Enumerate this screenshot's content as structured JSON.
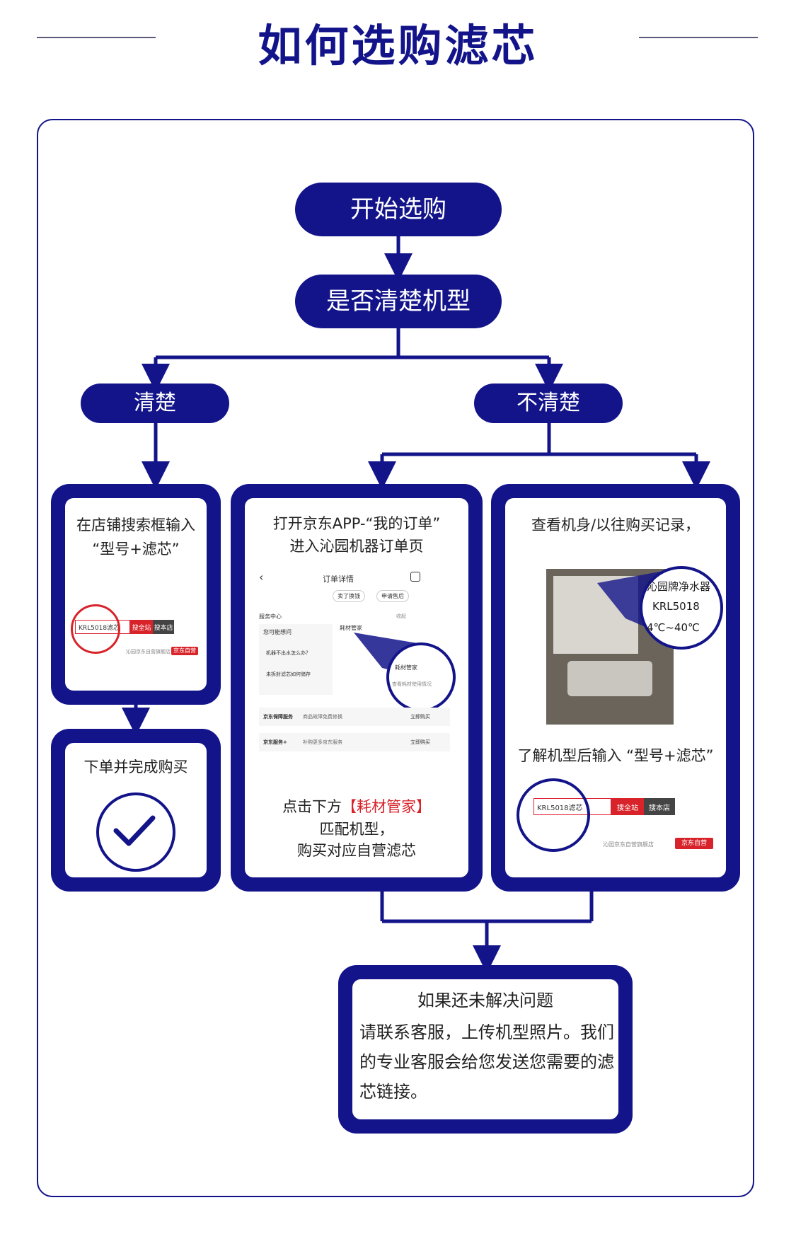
{
  "title": "如何选购滤芯",
  "nodes": {
    "start": "开始选购",
    "question": "是否清楚机型",
    "yes": "清楚",
    "no": "不清楚"
  },
  "card_search": {
    "line1": "在店铺搜索框输入",
    "line2": "“型号+滤芯”",
    "search_value": "KRL5018滤芯",
    "btn_all": "搜全站",
    "btn_store": "搜本店",
    "store_name": "沁园京东自营旗舰店",
    "store_tag": "京东自营"
  },
  "card_buy": {
    "text": "下单并完成购买"
  },
  "card_app": {
    "line1": "打开京东APP-“我的订单”",
    "line2": "进入沁园机器订单页",
    "screen": {
      "page_title": "订单详情",
      "btn1": "卖了换钱",
      "btn2": "申请售后",
      "service_center": "服务中心",
      "collapse": "收起",
      "faq_title": "您可能想问",
      "faq1": "机器不出水怎么办？",
      "faq2": "未拆封滤芯如何储存",
      "consumables_title": "耗材管家",
      "consumables_sub": "查看耗材使用情况",
      "row1_label": "京东保障服务",
      "row1_desc": "商品故障免费修换",
      "row1_action": "立即购买",
      "row2_label": "京东服务+",
      "row2_desc": "补购更多京东服务",
      "row2_action": "立即购买"
    },
    "bottom1_prefix": "点击下方",
    "bottom1_highlight": "【耗材管家】",
    "bottom2": "匹配机型，",
    "bottom3": "购买对应自营滤芯"
  },
  "card_check": {
    "line1": "查看机身/以往购买记录，",
    "label_brand": "沁园牌净水器",
    "label_model": "KRL5018",
    "label_temp": "4℃~40℃",
    "line2": "了解机型后输入 “型号+滤芯”",
    "search_value": "KRL5018滤芯",
    "btn_all": "搜全站",
    "btn_store": "搜本店",
    "store_name": "沁园京东自营旗舰店",
    "store_tag": "京东自营"
  },
  "card_help": {
    "title": "如果还未解决问题",
    "body": "请联系客服，上传机型照片。我们的专业客服会给您发送您需要的滤芯链接。"
  },
  "colors": {
    "navy": "#13148a",
    "red": "#d8232a"
  }
}
